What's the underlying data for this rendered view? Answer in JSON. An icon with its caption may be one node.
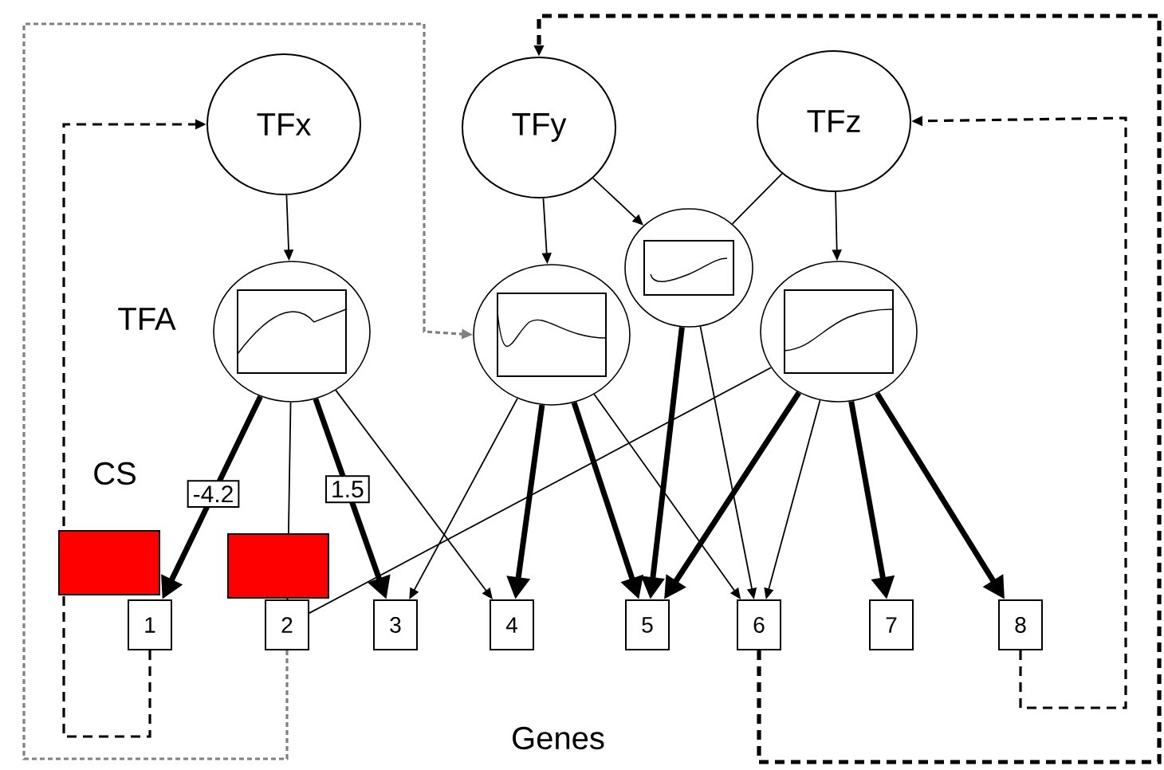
{
  "diagram": {
    "nodes": [
      {
        "text": [
          "TFx"
        ]
      },
      {
        "text": [
          "TFy"
        ]
      },
      {
        "text": [
          "TFz"
        ]
      },
      {
        "text": [],
        "shape": "circle"
      },
      {
        "text": [],
        "shape": "circle"
      },
      {
        "text": [],
        "shape": "circle"
      },
      {
        "text": [],
        "shape": "circle"
      },
      {
        "text": [
          "1"
        ]
      },
      {
        "text": [
          "2"
        ]
      },
      {
        "text": [
          "3"
        ]
      },
      {
        "text": [
          "4"
        ]
      },
      {
        "text": [
          "5"
        ]
      },
      {
        "text": [
          "6"
        ]
      },
      {
        "text": [
          "7"
        ]
      },
      {
        "text": [
          "8"
        ]
      }
    ],
    "edges": [
      {
        "from": 0,
        "to": 3,
        "arrow": "to"
      },
      {
        "from": 1,
        "to": 4,
        "arrow": "to"
      },
      {
        "from": 2,
        "to": 6,
        "arrow": "to"
      },
      {
        "from": 1,
        "to": 5,
        "arrow": "to"
      },
      {
        "from": 2,
        "to": 5,
        "arrow": "none"
      },
      {
        "from": 3,
        "to": 7,
        "arrow": "to",
        "style": "thick",
        "label": "-4.2"
      },
      {
        "from": 3,
        "to": 8,
        "arrow": "none"
      },
      {
        "from": 3,
        "to": 9,
        "arrow": "to",
        "style": "thick",
        "label": "1.5"
      },
      {
        "from": 3,
        "to": 10,
        "arrow": "to"
      },
      {
        "from": 4,
        "to": 9,
        "arrow": "to"
      },
      {
        "from": 4,
        "to": 10,
        "arrow": "to",
        "style": "thick"
      },
      {
        "from": 4,
        "to": 11,
        "arrow": "to",
        "style": "thick"
      },
      {
        "from": 4,
        "to": 12,
        "arrow": "to"
      },
      {
        "from": 5,
        "to": 11,
        "arrow": "to",
        "style": "thick"
      },
      {
        "from": 5,
        "to": 12,
        "arrow": "to"
      },
      {
        "from": 6,
        "to": 8,
        "arrow": "none"
      },
      {
        "from": 6,
        "to": 11,
        "arrow": "to",
        "style": "thick"
      },
      {
        "from": 6,
        "to": 12,
        "arrow": "to"
      },
      {
        "from": 6,
        "to": 13,
        "arrow": "to",
        "style": "thick"
      },
      {
        "from": 6,
        "to": 14,
        "arrow": "to",
        "style": "thick"
      },
      {
        "from": 7,
        "to": 0,
        "arrow": "to",
        "style": "dashed"
      },
      {
        "from": 8,
        "to": 4,
        "arrow": "to",
        "style": "dashed",
        "color": "#808080"
      },
      {
        "from": 12,
        "to": 1,
        "arrow": "to",
        "style": "dashed"
      },
      {
        "from": 14,
        "to": 2,
        "arrow": "to",
        "style": "dashed"
      }
    ],
    "labels": [
      "TFA",
      "CS",
      "Genes"
    ]
  }
}
